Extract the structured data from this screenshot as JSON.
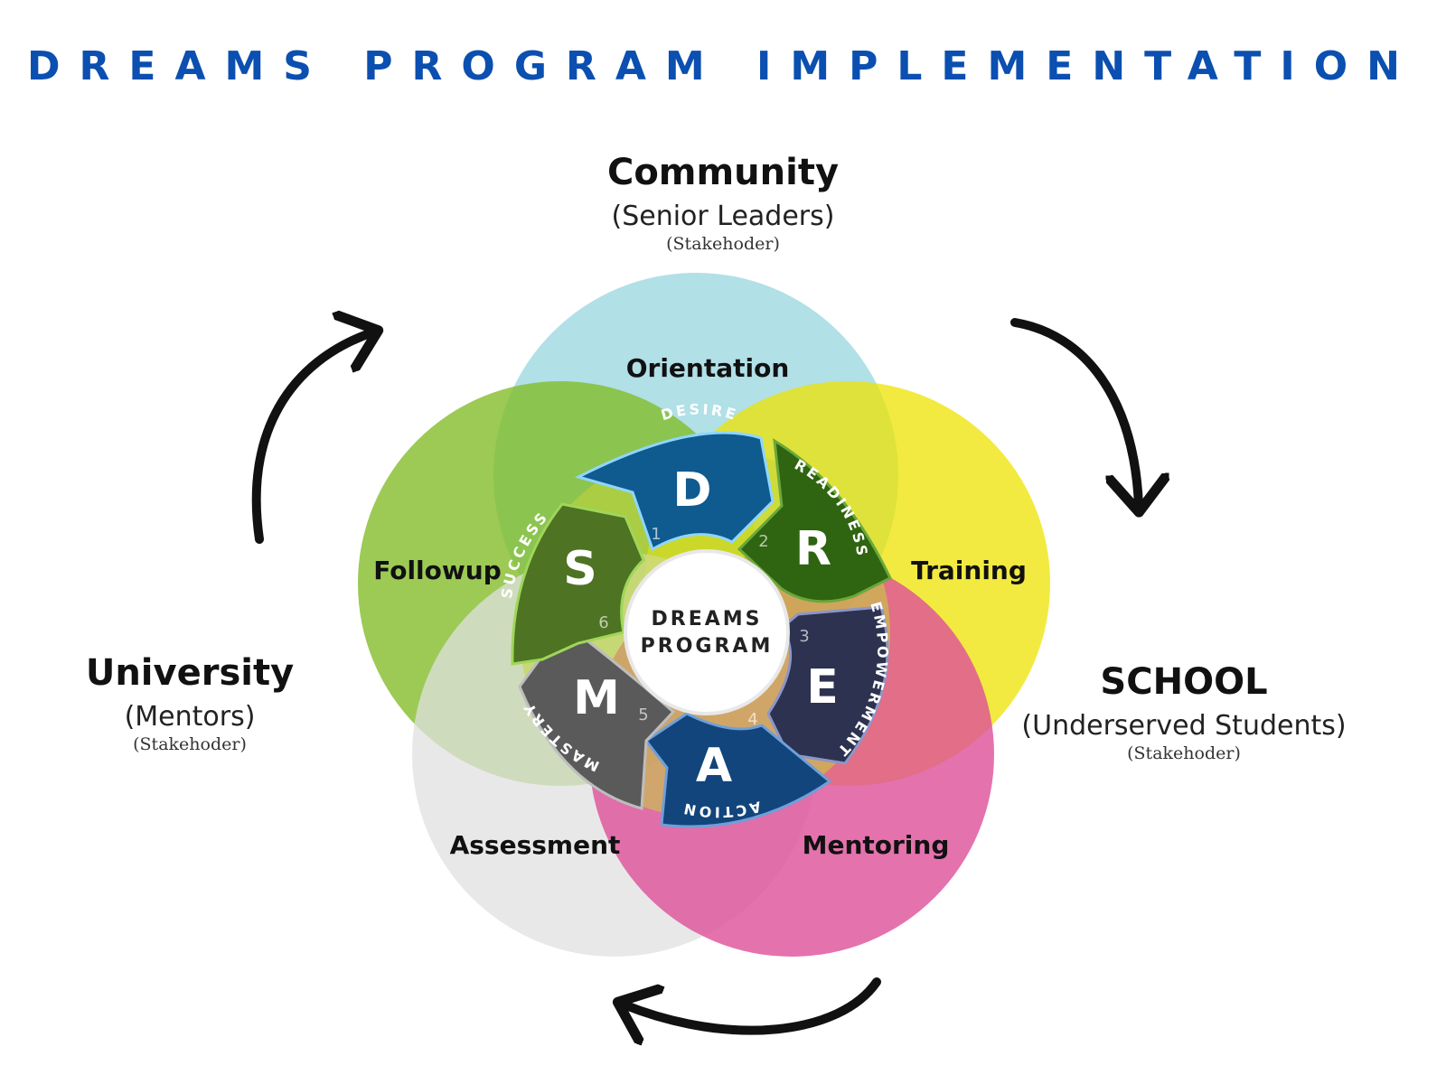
{
  "title": "DREAMS PROGRAM IMPLEMENTATION",
  "stakeholders": {
    "community": {
      "name": "Community",
      "role": "(Senior Leaders)",
      "kind": "(Stakehoder)"
    },
    "university": {
      "name": "University",
      "role": "(Mentors)",
      "kind": "(Stakehoder)"
    },
    "school": {
      "name": "SCHOOL",
      "role": "(Underserved Students)",
      "kind": "(Stakehoder)"
    }
  },
  "phases": {
    "orientation": "Orientation",
    "training": "Training",
    "mentoring": "Mentoring",
    "assessment": "Assessment",
    "followup": "Followup"
  },
  "hub": {
    "line1": "DREAMS",
    "line2": "PROGRAM"
  },
  "segments": [
    {
      "letter": "D",
      "word": "DESIRE",
      "number": "1",
      "color": "#0f5a8f"
    },
    {
      "letter": "R",
      "word": "READINESS",
      "number": "2",
      "color": "#2f6410"
    },
    {
      "letter": "E",
      "word": "EMPOWERMENT",
      "number": "3",
      "color": "#2d3250"
    },
    {
      "letter": "A",
      "word": "ACTION",
      "number": "4",
      "color": "#11457c"
    },
    {
      "letter": "M",
      "word": "MASTERY",
      "number": "5",
      "color": "#5a5a5a"
    },
    {
      "letter": "S",
      "word": "SUCCESS",
      "number": "6",
      "color": "#4e7323"
    }
  ],
  "colors": {
    "title": "#0b4fb0",
    "orientation": "#a3dae3",
    "training": "#eee300",
    "mentoring": "#dd4f99",
    "assessment": "#e0e0e0",
    "followup": "#83bd2b",
    "ring": "#c2d63a",
    "arrows": "#111111"
  }
}
